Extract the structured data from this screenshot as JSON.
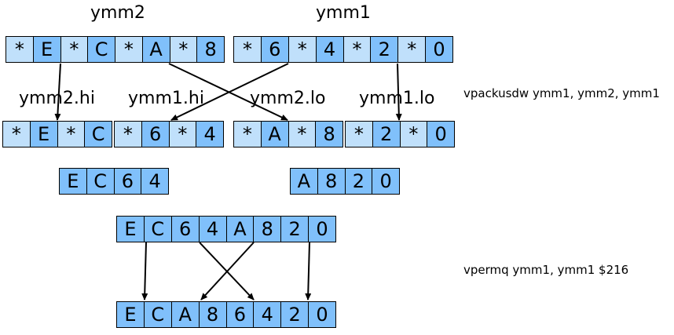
{
  "colors": {
    "light_cell": "#c0e0fb",
    "dark_cell": "#80c0fb",
    "border": "#000000"
  },
  "labels": {
    "ymm2": "ymm2",
    "ymm1": "ymm1",
    "ymm2_hi": "ymm2.hi",
    "ymm1_hi": "ymm1.hi",
    "ymm2_lo": "ymm2.lo",
    "ymm1_lo": "ymm1.lo"
  },
  "instructions": {
    "pack": "vpackusdw ymm1, ymm2, ymm1",
    "perm": "vpermq ymm1, ymm1 $216"
  },
  "registers": {
    "ymm2_src": [
      "*",
      "E",
      "*",
      "C",
      "*",
      "A",
      "*",
      "8"
    ],
    "ymm1_src": [
      "*",
      "6",
      "*",
      "4",
      "*",
      "2",
      "*",
      "0"
    ],
    "ymm2_hi": [
      "*",
      "E",
      "*",
      "C"
    ],
    "ymm1_hi": [
      "*",
      "6",
      "*",
      "4"
    ],
    "ymm2_lo": [
      "*",
      "A",
      "*",
      "8"
    ],
    "ymm1_lo": [
      "*",
      "2",
      "*",
      "0"
    ],
    "packed_hi": [
      "E",
      "C",
      "6",
      "4"
    ],
    "packed_lo": [
      "A",
      "8",
      "2",
      "0"
    ],
    "packed_full": [
      "E",
      "C",
      "6",
      "4",
      "A",
      "8",
      "2",
      "0"
    ],
    "permuted": [
      "E",
      "C",
      "A",
      "8",
      "6",
      "4",
      "2",
      "0"
    ]
  }
}
